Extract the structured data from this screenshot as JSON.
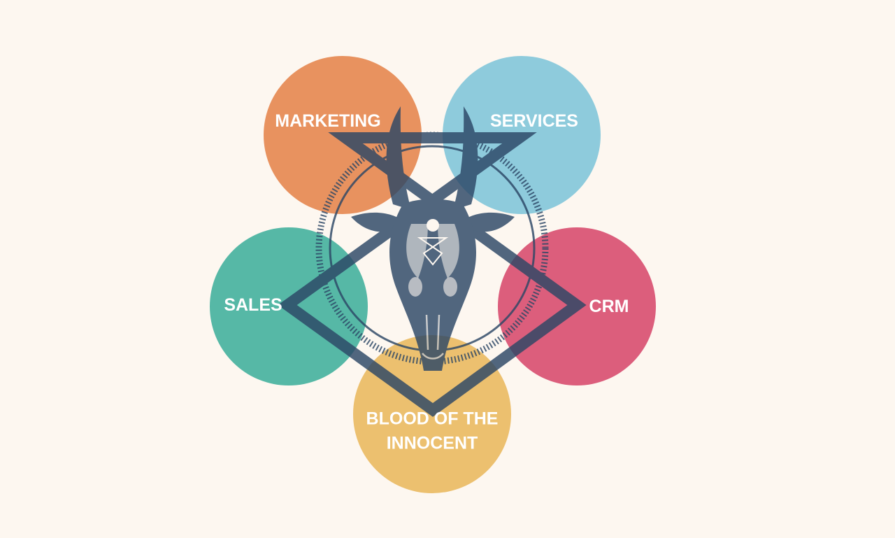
{
  "circles": [
    {
      "id": "marketing",
      "lines": [
        "MARKETING"
      ],
      "color": "#e8925f"
    },
    {
      "id": "services",
      "lines": [
        "SERVICES"
      ],
      "color": "#8ecbdc"
    },
    {
      "id": "sales",
      "lines": [
        "SALES"
      ],
      "color": "#56b8a6"
    },
    {
      "id": "crm",
      "lines": [
        "CRM"
      ],
      "color": "#dc5e7c"
    },
    {
      "id": "blood-of-the-innocent",
      "lines": [
        "BLOOD OF THE",
        "INNOCENT"
      ],
      "color": "#ecc06f"
    }
  ],
  "emblem": {
    "icon": "goat-skull-pentagram-icon",
    "color": "#2c4766"
  }
}
